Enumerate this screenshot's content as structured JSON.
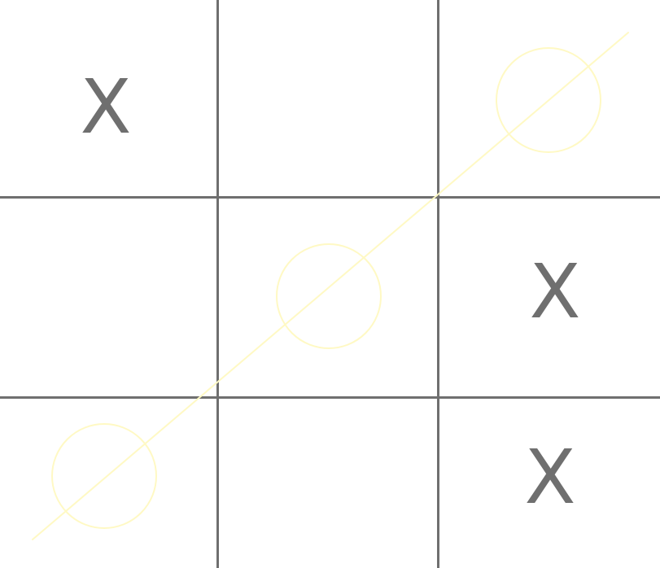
{
  "board": {
    "cells": [
      "X",
      "",
      "O",
      "",
      "O",
      "X",
      "O",
      "",
      "X"
    ],
    "winning_line": [
      2,
      4,
      6
    ]
  },
  "colors": {
    "grid": "#6f6f6f",
    "x_mark": "#6f6f6f",
    "o_mark": "#fff9c4",
    "win_line": "#fff9c4",
    "background": "#ffffff"
  }
}
